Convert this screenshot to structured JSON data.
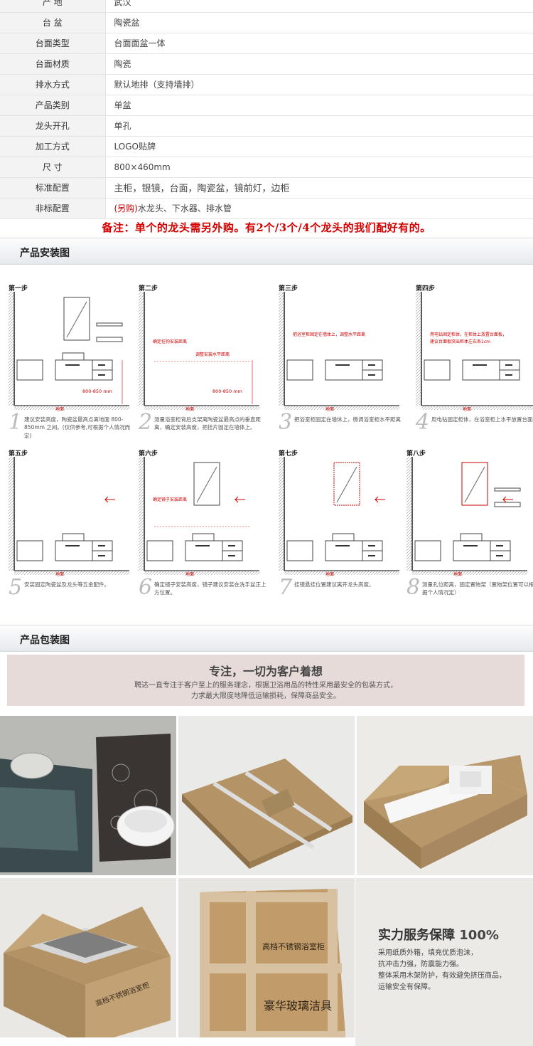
{
  "spec": [
    {
      "key": "产  地",
      "value": "武汉"
    },
    {
      "key": "台  盆",
      "value": "陶瓷盆"
    },
    {
      "key": "台面类型",
      "value": "台面面盆一体"
    },
    {
      "key": "台面材质",
      "value": "陶瓷"
    },
    {
      "key": "排水方式",
      "value": "默认地排（支持墙排）"
    },
    {
      "key": "产品类别",
      "value": "单盆"
    },
    {
      "key": "龙头开孔",
      "value": "单孔"
    },
    {
      "key": "加工方式",
      "value": "LOGO贴牌"
    },
    {
      "key": "尺  寸",
      "value": "800×460mm"
    },
    {
      "key": "标准配置",
      "value": "主柜，银镜，台面，陶瓷盆，镜前灯，边柜"
    },
    {
      "key": "非标配置",
      "value_tag": "(另购)",
      "value": "水龙头、下水器、排水管"
    }
  ],
  "note": "备注：单个的龙头需另外购。有2个/3个/4个龙头的我们配好有的。",
  "install": {
    "heading": "产品安装图",
    "floor_label": "地面",
    "steps": [
      {
        "title": "第一步",
        "num": "1",
        "caption": "建议安装高度，陶瓷盆最高点离地面 800-850mm 之间。(仅供参考,可根据个人情况而定)",
        "dim": "800-850 mm"
      },
      {
        "title": "第二步",
        "num": "2",
        "caption": "测量浴室柜背后支架离陶瓷盆最高点的垂直距离，确定安装高度，把挂片固定在墙体上。",
        "dim": "800-850 mm",
        "label1": "调整安装水平距离",
        "label2": "确定挂钩安装距离"
      },
      {
        "title": "第三步",
        "num": "3",
        "caption": "把浴室柜固定在墙体上，微调浴室柜水平距离",
        "label1": "把浴室柜固定在墙体上，调整水平距离"
      },
      {
        "title": "第四步",
        "num": "4",
        "caption": "用电钻固定柜体，在浴室柜上水平放置台面板。",
        "label1": "用电钻固定柜体，在柜体上放置台面板，",
        "label2": "建议台面板突出柜体左右各1cm"
      },
      {
        "title": "第五步",
        "num": "5",
        "caption": "安装固定陶瓷盆及龙头等五金配件。"
      },
      {
        "title": "第六步",
        "num": "6",
        "caption": "确定镜子安装高度，镜子建议安装在洗手盆正上方位置。",
        "label1": "确定镜子安装距离"
      },
      {
        "title": "第七步",
        "num": "7",
        "caption": "挂镜悬挂位置建议离开龙头高度。"
      },
      {
        "title": "第八步",
        "num": "8",
        "caption": "测量孔位距离，固定置物架（置物架位置可以根据个人情况定）"
      }
    ]
  },
  "packing": {
    "heading": "产品包装图",
    "banner_title": "专注，一切为客户着想",
    "banner_desc1": "聘达一直专注于客户至上的服务理念，根据卫浴用品的特性采用最安全的包装方式，",
    "banner_desc2": "力求最大限度地降低运输损耗，保障商品安全。",
    "box_label1": "高档不锈钢浴室柜",
    "box_label2": "豪华玻璃洁具",
    "service_title": "实力服务保障",
    "service_pct": "100%",
    "service_lines": [
      "采用纸质外箱，填充优质泡沫，",
      "抗冲击力强，防震能力强。",
      "整体采用木架防护，有效避免挤压商品，",
      "运输安全有保障。"
    ]
  }
}
